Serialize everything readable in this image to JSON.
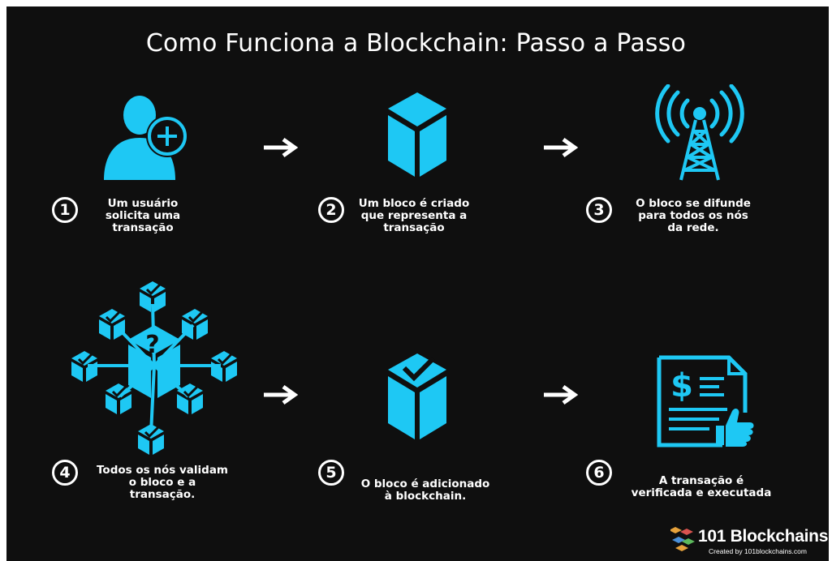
{
  "title": "Como Funciona a Blockchain: Passo a Passo",
  "steps": [
    {
      "number": "1",
      "text": "Um usuário solicita uma transação",
      "icon": "user-add-icon"
    },
    {
      "number": "2",
      "text": "Um bloco é criado que representa a transação",
      "icon": "cube-icon"
    },
    {
      "number": "3",
      "text": "O bloco se difunde para todos os nós da rede.",
      "icon": "broadcast-tower-icon"
    },
    {
      "number": "4",
      "text": "Todos os nós validam o bloco e a transação.",
      "icon": "network-validation-icon"
    },
    {
      "number": "5",
      "text": "O bloco é adicionado à blockchain.",
      "icon": "cube-check-icon"
    },
    {
      "number": "6",
      "text": "A transação é verificada e executada",
      "icon": "invoice-thumbs-up-icon"
    }
  ],
  "brand": {
    "name": "101 Blockchains",
    "tagline": "Created by 101blockchains.com"
  },
  "colors": {
    "background": "#0f0f0f",
    "accent": "#1ec8f4",
    "text": "#ffffff"
  }
}
